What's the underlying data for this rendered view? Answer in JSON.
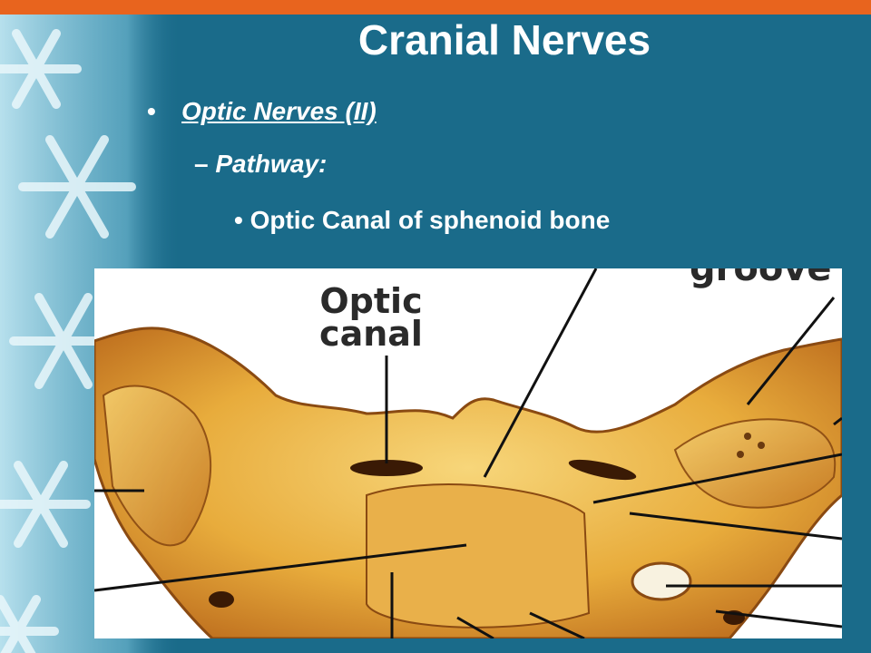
{
  "slide": {
    "title": "Cranial Nerves",
    "bullet1": {
      "marker": "•",
      "text": "Optic Nerves (II)"
    },
    "bullet2": {
      "marker": "–",
      "text": "Pathway:"
    },
    "bullet3": {
      "marker": "•",
      "text": "Optic Canal of sphenoid bone"
    }
  },
  "figure": {
    "label_optic_line1": "Optic",
    "label_optic_line2": "canal",
    "label_partial_top": "groove"
  },
  "colors": {
    "background": "#1a6b8a",
    "accent_bar": "#e8641e",
    "bone_light": "#f2c25a",
    "bone_mid": "#d9932a",
    "bone_dark": "#8a4a12"
  }
}
